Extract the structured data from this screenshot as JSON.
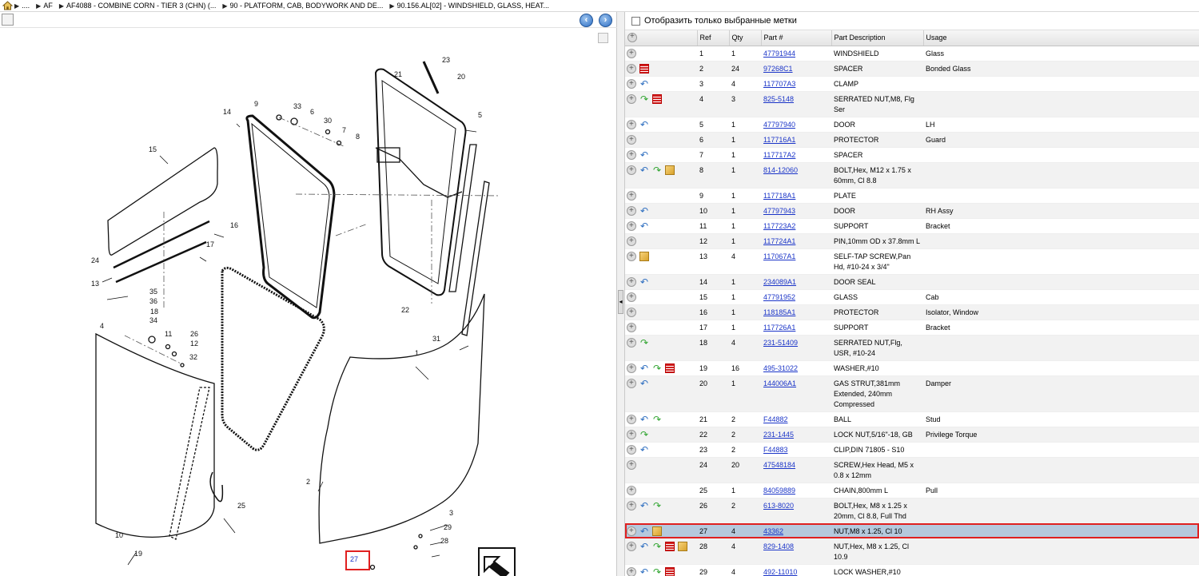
{
  "breadcrumb": [
    {
      "label": "...."
    },
    {
      "label": "AF"
    },
    {
      "label": "AF4088 - COMBINE CORN - TIER 3 (CHN) (..."
    },
    {
      "label": "90 - PLATFORM, CAB, BODYWORK AND DE..."
    },
    {
      "label": "90.156.AL[02] - WINDSHIELD, GLASS, HEAT..."
    }
  ],
  "filter": {
    "label": "Отобразить только выбранные метки",
    "checked": false
  },
  "columns": {
    "ref": "Ref",
    "qty": "Qty",
    "part": "Part #",
    "desc": "Part Description",
    "usage": "Usage"
  },
  "nav": {
    "back_glyph": "‹",
    "forward_glyph": "›"
  },
  "icons": {
    "expand": "expand-icon",
    "list": "list-icon",
    "back": "back-arrow-icon",
    "forward": "forward-arrow-icon",
    "box": "package-icon"
  },
  "highlight_color": "#e02020",
  "selected_ref": "27",
  "diagram_callouts": [
    "1",
    "2",
    "3",
    "4",
    "5",
    "6",
    "7",
    "8",
    "9",
    "10",
    "11",
    "12",
    "13",
    "14",
    "15",
    "16",
    "17",
    "18",
    "19",
    "20",
    "21",
    "22",
    "23",
    "24",
    "25",
    "26",
    "27",
    "28",
    "29",
    "30",
    "31",
    "32",
    "33",
    "34",
    "35",
    "36"
  ],
  "rows": [
    {
      "icons": [],
      "ref": "1",
      "qty": "1",
      "part": "47791944",
      "desc": "WINDSHIELD",
      "usage": "Glass"
    },
    {
      "icons": [
        "list"
      ],
      "ref": "2",
      "qty": "24",
      "part": "97268C1",
      "desc": "SPACER",
      "usage": "Bonded Glass"
    },
    {
      "icons": [
        "back"
      ],
      "ref": "3",
      "qty": "4",
      "part": "117707A3",
      "desc": "CLAMP",
      "usage": ""
    },
    {
      "icons": [
        "fwd",
        "list"
      ],
      "ref": "4",
      "qty": "3",
      "part": "825-5148",
      "desc": "SERRATED NUT,M8, Flg Ser",
      "usage": ""
    },
    {
      "icons": [
        "back"
      ],
      "ref": "5",
      "qty": "1",
      "part": "47797940",
      "desc": "DOOR",
      "usage": "LH"
    },
    {
      "icons": [],
      "ref": "6",
      "qty": "1",
      "part": "117716A1",
      "desc": "PROTECTOR",
      "usage": "Guard"
    },
    {
      "icons": [
        "back"
      ],
      "ref": "7",
      "qty": "1",
      "part": "117717A2",
      "desc": "SPACER",
      "usage": ""
    },
    {
      "icons": [
        "back",
        "fwd",
        "box"
      ],
      "ref": "8",
      "qty": "1",
      "part": "814-12060",
      "desc": "BOLT,Hex, M12 x 1.75 x 60mm, Cl 8.8",
      "usage": ""
    },
    {
      "icons": [],
      "ref": "9",
      "qty": "1",
      "part": "117718A1",
      "desc": "PLATE",
      "usage": ""
    },
    {
      "icons": [
        "back"
      ],
      "ref": "10",
      "qty": "1",
      "part": "47797943",
      "desc": "DOOR",
      "usage": "RH Assy"
    },
    {
      "icons": [
        "back"
      ],
      "ref": "11",
      "qty": "1",
      "part": "117723A2",
      "desc": "SUPPORT",
      "usage": "Bracket"
    },
    {
      "icons": [],
      "ref": "12",
      "qty": "1",
      "part": "117724A1",
      "desc": "PIN,10mm OD x 37.8mm L",
      "usage": ""
    },
    {
      "icons": [
        "box"
      ],
      "ref": "13",
      "qty": "4",
      "part": "117067A1",
      "desc": "SELF-TAP SCREW,Pan Hd, #10-24 x 3/4\"",
      "usage": ""
    },
    {
      "icons": [
        "back"
      ],
      "ref": "14",
      "qty": "1",
      "part": "234089A1",
      "desc": "DOOR SEAL",
      "usage": ""
    },
    {
      "icons": [],
      "ref": "15",
      "qty": "1",
      "part": "47791952",
      "desc": "GLASS",
      "usage": "Cab"
    },
    {
      "icons": [],
      "ref": "16",
      "qty": "1",
      "part": "118185A1",
      "desc": "PROTECTOR",
      "usage": "Isolator, Window"
    },
    {
      "icons": [],
      "ref": "17",
      "qty": "1",
      "part": "117726A1",
      "desc": "SUPPORT",
      "usage": "Bracket"
    },
    {
      "icons": [
        "fwd"
      ],
      "ref": "18",
      "qty": "4",
      "part": "231-51409",
      "desc": "SERRATED NUT,Flg, USR, #10-24",
      "usage": ""
    },
    {
      "icons": [
        "back",
        "fwd",
        "list"
      ],
      "ref": "19",
      "qty": "16",
      "part": "495-31022",
      "desc": "WASHER,#10",
      "usage": ""
    },
    {
      "icons": [
        "back"
      ],
      "ref": "20",
      "qty": "1",
      "part": "144006A1",
      "desc": "GAS STRUT,381mm Extended, 240mm Compressed",
      "usage": "Damper"
    },
    {
      "icons": [
        "back",
        "fwd"
      ],
      "ref": "21",
      "qty": "2",
      "part": "F44882",
      "desc": "BALL",
      "usage": "Stud"
    },
    {
      "icons": [
        "fwd"
      ],
      "ref": "22",
      "qty": "2",
      "part": "231-1445",
      "desc": "LOCK NUT,5/16\"-18, GB",
      "usage": "Privilege Torque"
    },
    {
      "icons": [
        "back"
      ],
      "ref": "23",
      "qty": "2",
      "part": "F44883",
      "desc": "CLIP,DIN 71805 - S10",
      "usage": ""
    },
    {
      "icons": [],
      "ref": "24",
      "qty": "20",
      "part": "47548184",
      "desc": "SCREW,Hex Head, M5 x 0.8 x 12mm",
      "usage": ""
    },
    {
      "icons": [],
      "ref": "25",
      "qty": "1",
      "part": "84059889",
      "desc": "CHAIN,800mm L",
      "usage": "Pull"
    },
    {
      "icons": [
        "back",
        "fwd"
      ],
      "ref": "26",
      "qty": "2",
      "part": "613-8020",
      "desc": "BOLT,Hex, M8 x 1.25 x 20mm, Cl 8.8, Full Thd",
      "usage": ""
    },
    {
      "icons": [
        "back",
        "box"
      ],
      "ref": "27",
      "qty": "4",
      "part": "43362",
      "desc": "NUT,M8 x 1.25, Cl 10",
      "usage": "",
      "selected": true
    },
    {
      "icons": [
        "back",
        "fwd",
        "list",
        "box"
      ],
      "ref": "28",
      "qty": "4",
      "part": "829-1408",
      "desc": "NUT,Hex, M8 x 1.25, Cl 10.9",
      "usage": ""
    },
    {
      "icons": [
        "back",
        "fwd",
        "list"
      ],
      "ref": "29",
      "qty": "4",
      "part": "492-11010",
      "desc": "LOCK WASHER,#10",
      "usage": ""
    }
  ]
}
